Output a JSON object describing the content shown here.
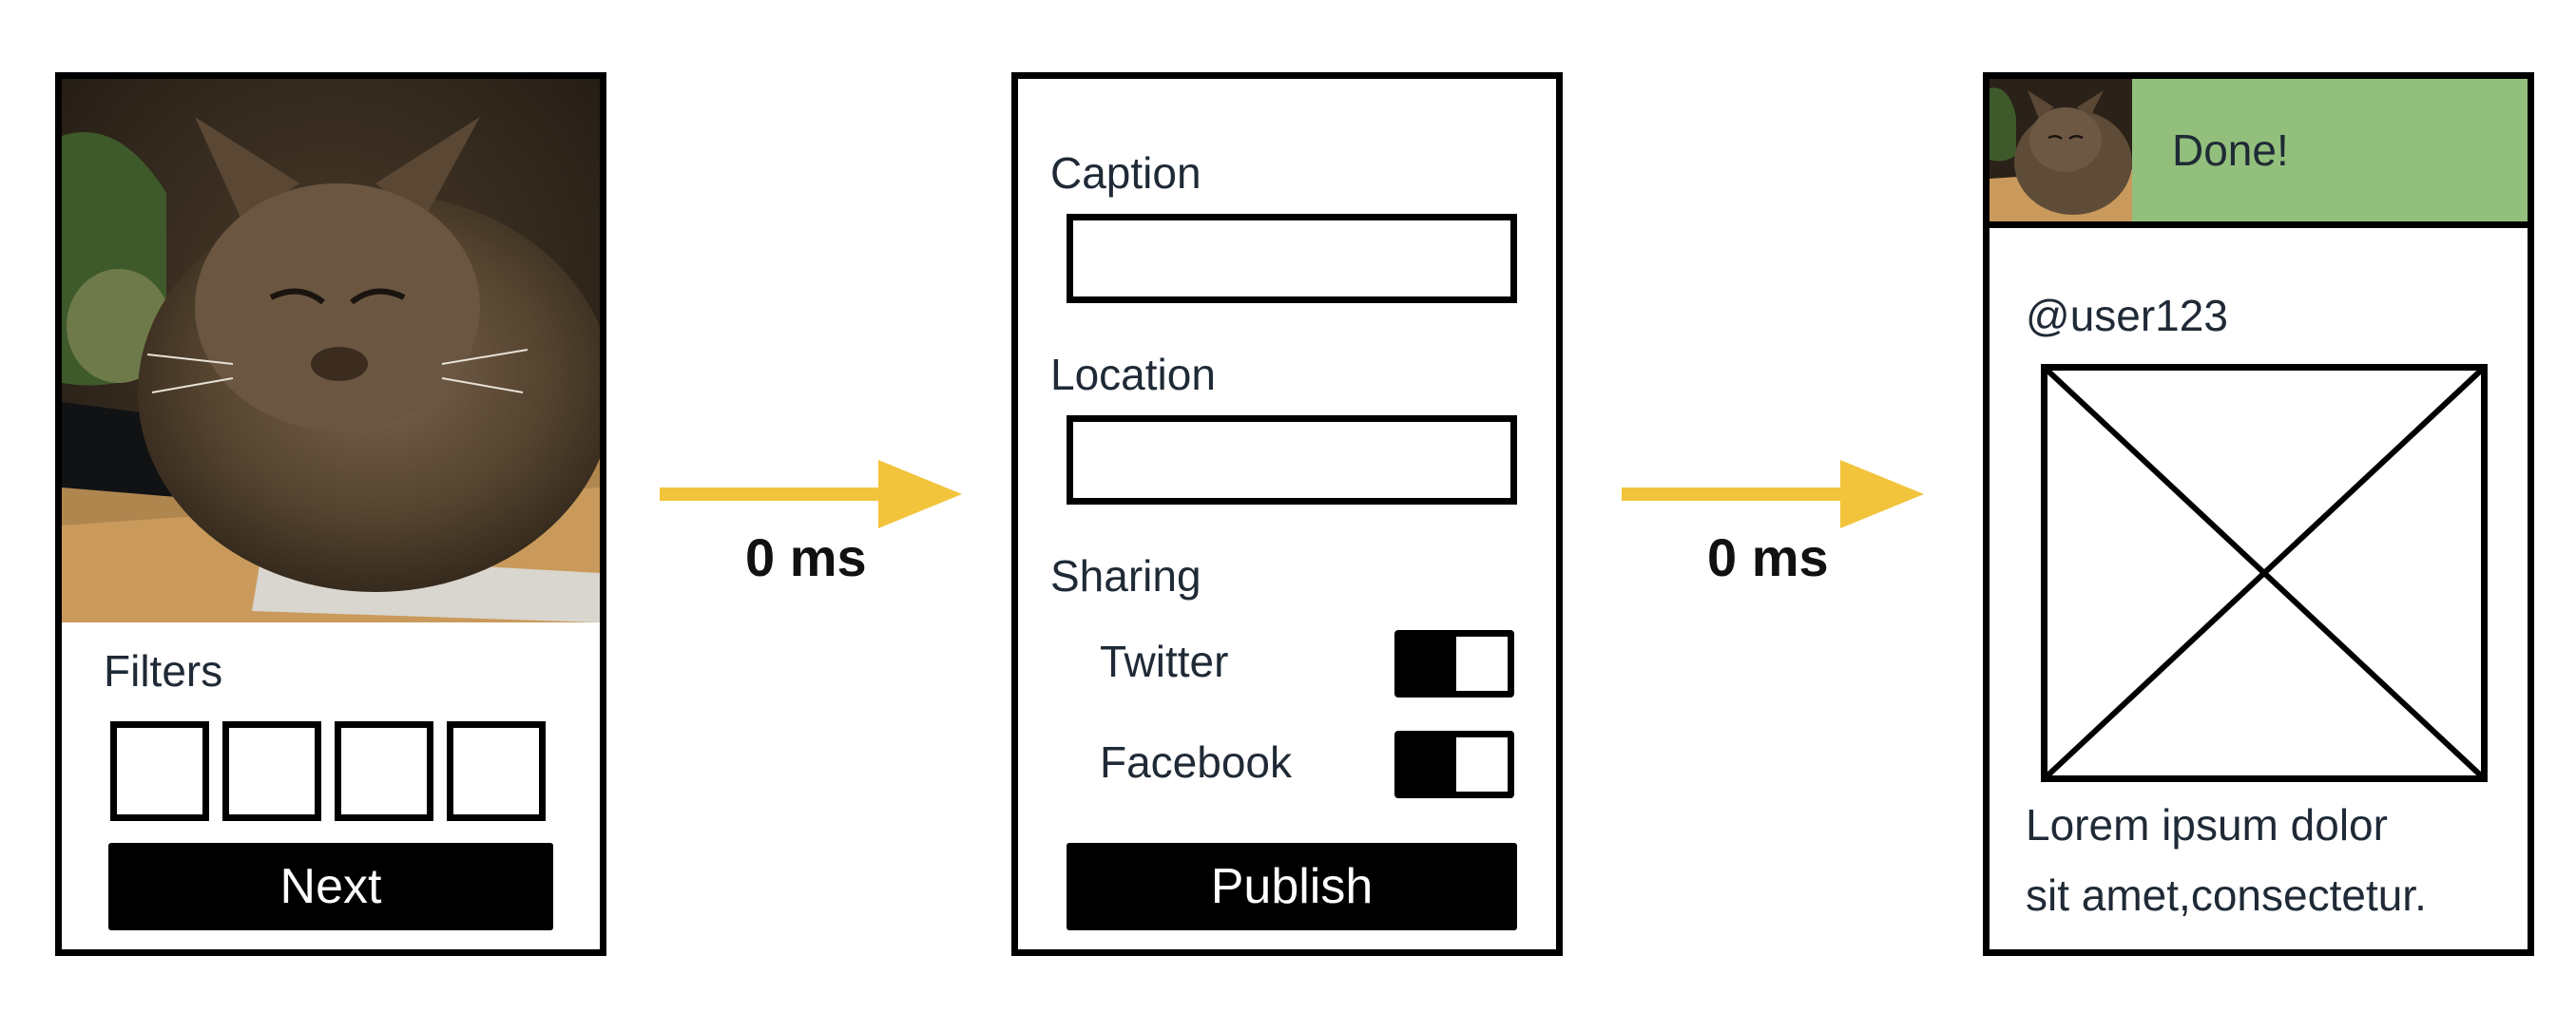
{
  "screen1": {
    "filters_label": "Filters",
    "next_button": "Next",
    "filter_count": 4
  },
  "transition1": {
    "delay": "0 ms"
  },
  "screen2": {
    "caption_label": "Caption",
    "caption_value": "",
    "location_label": "Location",
    "location_value": "",
    "sharing_label": "Sharing",
    "twitter_label": "Twitter",
    "facebook_label": "Facebook",
    "publish_button": "Publish"
  },
  "transition2": {
    "delay": "0 ms"
  },
  "screen3": {
    "banner_text": "Done!",
    "banner_color": "#93bf7c",
    "username": "@user123",
    "body_line1": "Lorem ipsum dolor",
    "body_line2": "sit amet,consectetur."
  },
  "colors": {
    "arrow": "#f2c43b"
  }
}
